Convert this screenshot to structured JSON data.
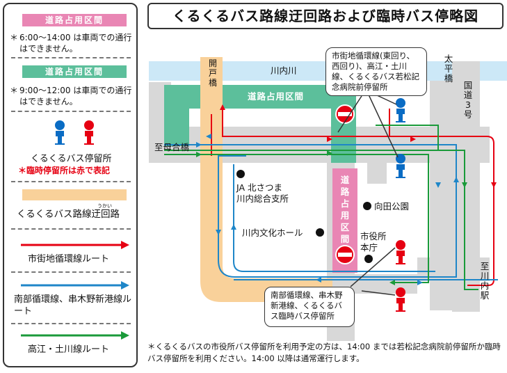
{
  "title": "くるくるバス路線迂回路および臨時バス停略図",
  "legend": {
    "closure1_label": "道路占用区間",
    "closure1_note_mark": "＊",
    "closure1_note": "6:00～14:00 は車両での通行はできません。",
    "closure2_label": "道路占用区間",
    "closure2_note_mark": "＊",
    "closure2_note": "9:00～12:00 は車両での通行はできません。",
    "stop_label": "くるくるバス停留所",
    "stop_note": "＊臨時停留所は赤で表記",
    "detour_label": "くるくるバス路線迂回路",
    "detour_ruby": "うかい",
    "route1_label": "市街地循環線ルート",
    "route2_label": "南部循環線、串木野新港線ルート",
    "route3_label": "高江・土川線ルート",
    "colors": {
      "closure1": "#e986b4",
      "closure2": "#5cbf9b",
      "detour": "#f9d19a",
      "route_red": "#e60012",
      "route_blue": "#1e86c8",
      "route_green": "#1a9a3a",
      "stop_blue": "#0a6cc4",
      "stop_red": "#e60012"
    }
  },
  "map": {
    "river": "川内川",
    "kaido_bridge": "開戸橋",
    "taihei_bridge": "太平橋",
    "route3": "国道3号",
    "closure_h": "道路占用区間",
    "closure_v": "道路占用区間",
    "shibo_bridge": "至母合橋",
    "ja": "JA 北さつま",
    "ja2": "川内総合支所",
    "bunka_hall": "川内文化ホール",
    "mukaida_park": "向田公園",
    "city_hall1": "市役所",
    "city_hall2": "本庁",
    "sendai_station": "至川内駅",
    "callout_top": "市街地循環線(東回り、西回り)、高江・土川線、くるくるバス若松記念病院前停留所",
    "callout_bottom": "南部循環線、串木野新港線、くるくるバス臨時バス停留所"
  },
  "footnote": "＊くるくるバスの市役所バス停留所を利用予定の方は、14:00 までは若松記念病院前停留所か臨時バス停留所を利用ください。14:00 以降は通常運行します。"
}
